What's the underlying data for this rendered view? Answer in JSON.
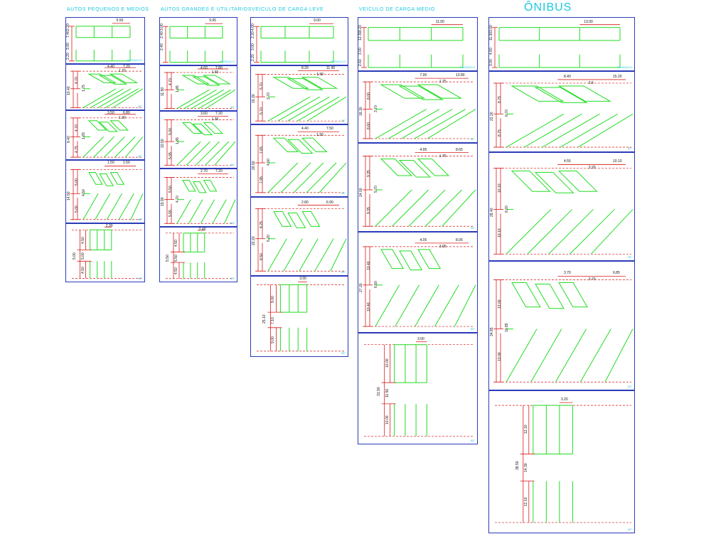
{
  "columns": [
    {
      "title": "AUTOS PEQUENOS E MEDIOS",
      "panels": [
        {
          "type": "parallel",
          "tag": "PARALELO",
          "dims_h": [
            "5.50"
          ],
          "dims_v": [
            "7.40",
            "2.20",
            "3.00",
            "2.20"
          ]
        },
        {
          "type": "angled",
          "angle": 30,
          "tag": "30°",
          "dims_h": [
            "4.40",
            "7.20",
            "1.70"
          ],
          "dims_v": [
            "10.40",
            "4.70",
            "1.75"
          ]
        },
        {
          "type": "angled",
          "angle": 45,
          "tag": "45°",
          "dims_h": [
            "3.50",
            "6.80",
            "1.30"
          ],
          "dims_v": [
            "9.40",
            "4.70",
            "1.65",
            "4.75"
          ]
        },
        {
          "type": "angled",
          "angle": 60,
          "tag": "60°",
          "dims_h": [
            "1.50",
            "1.50"
          ],
          "dims_v": [
            "14.50",
            "5.00",
            "4.50",
            "5.00"
          ]
        },
        {
          "type": "perpendicular",
          "angle": 90,
          "tag": "90°",
          "dims_h": [
            "2.30"
          ],
          "dims_v": [
            "5.00",
            "4.50",
            "5.00",
            "4.50"
          ]
        }
      ]
    },
    {
      "title": "AUTOS GRANDES E UTILITARIOS",
      "panels": [
        {
          "type": "parallel",
          "tag": "PARALELO",
          "dims_h": [
            "5.65"
          ],
          "dims_v": [
            "2.40",
            "3.00",
            "2.40"
          ]
        },
        {
          "type": "angled",
          "angle": 30,
          "tag": "30°",
          "dims_h": [
            "4.60",
            "7.80",
            "1.60"
          ],
          "dims_v": [
            "11.50",
            "4.70",
            "1.85"
          ]
        },
        {
          "type": "angled",
          "angle": 45,
          "tag": "45°",
          "dims_h": [
            "3.60",
            "7.20",
            "1.30"
          ],
          "dims_v": [
            "10.50",
            "5.00",
            "1.85",
            "5.05"
          ]
        },
        {
          "type": "angled",
          "angle": 60,
          "tag": "60°",
          "dims_h": [
            "2.70",
            "7.20"
          ],
          "dims_v": [
            "15.90",
            "5.50",
            "4.70",
            "5.55"
          ]
        },
        {
          "type": "perpendicular",
          "angle": 90,
          "tag": "90°",
          "dims_h": [
            "2.40"
          ],
          "dims_v": [
            "5.50",
            "4.50",
            "5.50",
            "4.50"
          ]
        }
      ]
    },
    {
      "title": "VEICULO DE CARGA LEVE",
      "panels": [
        {
          "type": "parallel",
          "tag": "PARALELO",
          "dims_h": [
            "9.00"
          ],
          "dims_v": [
            "2.20",
            "4.00",
            "3.00",
            "2.20"
          ]
        },
        {
          "type": "angled",
          "angle": 30,
          "tag": "30°",
          "dims_h": [
            "8.20",
            "11.90",
            "1.90"
          ],
          "dims_v": [
            "15.30",
            "5.70",
            "3.70",
            "5.70"
          ]
        },
        {
          "type": "angled",
          "angle": 45,
          "tag": "45°",
          "dims_h": [
            "4.40",
            "7.50",
            "1.50"
          ],
          "dims_v": [
            "20.50",
            "7.65",
            "4.50",
            "7.95"
          ]
        },
        {
          "type": "angled",
          "angle": 60,
          "tag": "60°",
          "dims_h": [
            "2.80",
            "6.90"
          ],
          "dims_v": [
            "22.20",
            "8.25",
            "5.20",
            "8.50"
          ]
        },
        {
          "type": "perpendicular",
          "angle": 90,
          "tag": "90°",
          "dims_h": [
            "3.00"
          ],
          "dims_v": [
            "25.10",
            "9.00",
            "7.10",
            "9.00"
          ]
        }
      ]
    },
    {
      "title": "VEICULO DE CARGA MEDIO",
      "panels": [
        {
          "type": "parallel",
          "tag": "PARALELO",
          "dims_h": [
            "11.00"
          ],
          "dims_v": [
            "12.30",
            "3.20",
            "3.00",
            "2.60"
          ]
        },
        {
          "type": "angled",
          "angle": 30,
          "tag": "30°",
          "dims_h": [
            "7.00",
            "13.80",
            "1.75"
          ],
          "dims_v": [
            "18.30",
            "8.00",
            "3.70",
            "8.60"
          ]
        },
        {
          "type": "angled",
          "angle": 45,
          "tag": "45°",
          "dims_h": [
            "4.95",
            "8.65",
            "1.75"
          ],
          "dims_v": [
            "24.00",
            "9.35",
            "5.70",
            "9.35"
          ]
        },
        {
          "type": "angled",
          "angle": 60,
          "tag": "60°",
          "dims_h": [
            "4.05",
            "8.05",
            "3.05"
          ],
          "dims_v": [
            "27.30",
            "10.40",
            "6.50",
            "10.40"
          ]
        },
        {
          "type": "perpendicular",
          "angle": 90,
          "tag": "90°",
          "dims_h": [
            "3.00"
          ],
          "dims_v": [
            "31.50",
            "10.00",
            "11.50",
            "10.00"
          ]
        }
      ]
    },
    {
      "title": "ÔNIBUS",
      "big": true,
      "panels": [
        {
          "type": "parallel",
          "tag": "PARALELO",
          "dims_h": [
            "13.00"
          ],
          "dims_v": [
            "11.30",
            "3.00",
            "4.60",
            "3.00"
          ]
        },
        {
          "type": "angled",
          "angle": 30,
          "tag": "30°",
          "dims_h": [
            "8.40",
            "15.20",
            "3.6"
          ],
          "dims_v": [
            "22.20",
            "8.75",
            "6.70",
            "8.75"
          ]
        },
        {
          "type": "angled",
          "angle": 45,
          "tag": "45°",
          "dims_h": [
            "4.55",
            "10.10",
            "3.20"
          ],
          "dims_v": [
            "28.40",
            "10.10",
            "8.20",
            "10.10"
          ]
        },
        {
          "type": "angled",
          "angle": 60,
          "tag": "60°",
          "dims_h": [
            "3.70",
            "6.85",
            "3.70"
          ],
          "dims_v": [
            "34.85",
            "13.00",
            "10.85",
            "13.00"
          ]
        },
        {
          "type": "perpendicular",
          "angle": 90,
          "tag": "90°",
          "dims_h": [
            "3.20"
          ],
          "dims_v": [
            "38.50",
            "12.10",
            "14.30",
            "12.10"
          ]
        }
      ]
    }
  ],
  "colors": {
    "frame": "#2b3bb8",
    "stall_line": "#22dd22",
    "dimension": "#d81b1b",
    "text": "#111111",
    "title": "#19c9e0"
  }
}
